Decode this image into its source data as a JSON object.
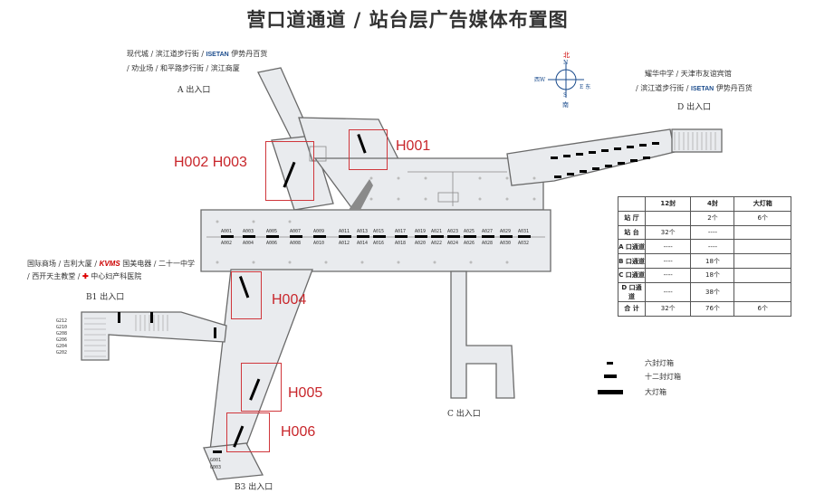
{
  "title": "营口道通道 / 站台层广告媒体布置图",
  "exits": {
    "a": {
      "line1_a": "现代城 / 滨江道步行街 / ",
      "line1_brand": "ISETAN",
      "line1_b": " 伊势丹百货",
      "line2": "/ 劝业场 / 和平路步行街 / 滨江商厦",
      "label": "A 出入口"
    },
    "d": {
      "line1": "耀华中学 / 天津市友谊宾馆",
      "line2_a": "/ 滨江道步行街 / ",
      "line2_brand": "ISETAN",
      "line2_b": " 伊势丹百货",
      "label": "D 出入口"
    },
    "b1": {
      "line1_a": "国际商场 / 吉利大厦 / ",
      "line1_brand": "KVMS",
      "line1_b": " 国美电器 / 二十一中学",
      "line2_a": "/ 西开天主教堂 / ",
      "line2_cross": "✚",
      "line2_b": " 中心妇产科医院",
      "label": "B1 出入口"
    },
    "c": {
      "label": "C 出入口"
    },
    "b3": {
      "label": "B3 出入口"
    }
  },
  "compass": {
    "n": "北",
    "n_letter": "N",
    "s": "南",
    "s_letter": "S",
    "w": "西W",
    "e": "E 东"
  },
  "highlights": [
    "H001",
    "H002 H003",
    "H004",
    "H005",
    "H006"
  ],
  "legend": {
    "six_sheet": "六封灯箱",
    "twelve_sheet": "十二封灯箱",
    "large": "大灯箱"
  },
  "table": {
    "headers": [
      "",
      "12封",
      "4封",
      "大灯箱"
    ],
    "rows": [
      [
        "站 厅",
        "",
        "2个",
        "6个"
      ],
      [
        "站 台",
        "32个",
        "----",
        ""
      ],
      [
        "A 口通道",
        "----",
        "----",
        ""
      ],
      [
        "B 口通道",
        "----",
        "18个",
        ""
      ],
      [
        "C 口通道",
        "----",
        "18个",
        ""
      ],
      [
        "D 口通道",
        "----",
        "38个",
        ""
      ],
      [
        "合 计",
        "32个",
        "76个",
        "6个"
      ]
    ]
  },
  "platform_codes_top": [
    "A001",
    "A003",
    "A005",
    "A007",
    "A009",
    "A011",
    "A013",
    "A015",
    "A017",
    "A019",
    "A021",
    "A023",
    "A025",
    "A027",
    "A029",
    "A031"
  ],
  "platform_codes_bottom": [
    "A002",
    "A004",
    "A006",
    "A008",
    "A010",
    "A012",
    "A014",
    "A016",
    "A018",
    "A020",
    "A022",
    "A024",
    "A026",
    "A028",
    "A030",
    "A032"
  ],
  "b1_codes": [
    "G212",
    "G210",
    "G208",
    "G206",
    "G204",
    "G202"
  ],
  "b3_codes": [
    "G001",
    "G003"
  ]
}
